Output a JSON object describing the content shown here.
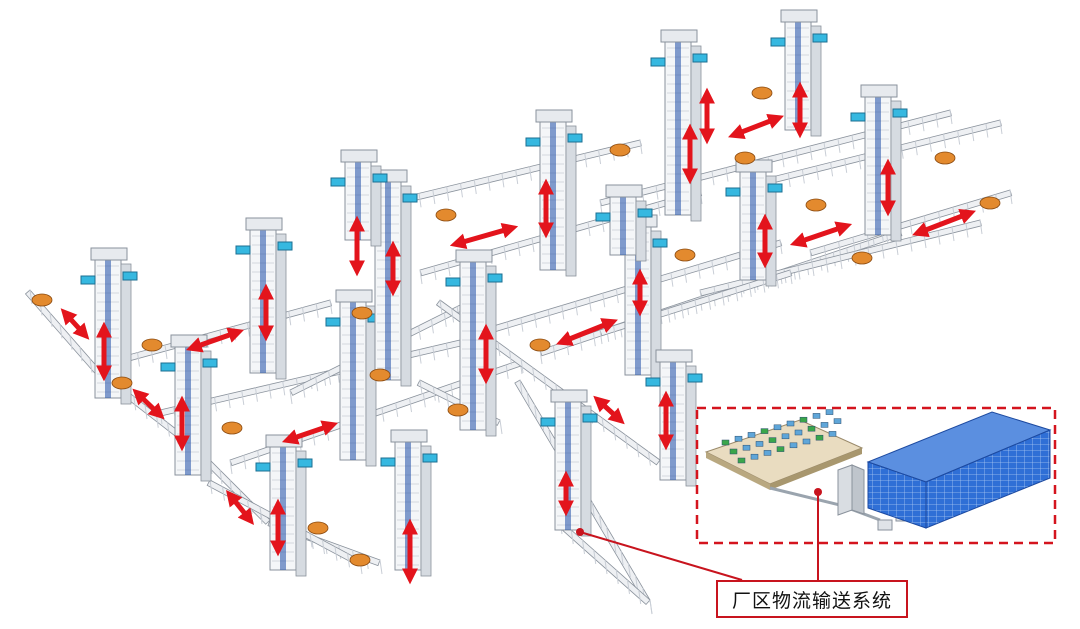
{
  "diagram": {
    "callout_label": "厂区物流输送系统",
    "colors": {
      "arrow": "#e3141c",
      "callout": "#c8141e",
      "frame": "#c9ced6",
      "frame_dark": "#8a929c",
      "blue_accent": "#1f4fa8",
      "screen": "#36b8e0",
      "turntable": "#e38a2e",
      "rack": "#2f6fd6"
    },
    "icons": [
      "double-headed-arrow",
      "vertical-lift-tower",
      "roller-conveyor",
      "orange-turntable",
      "warehouse-rack",
      "factory-floor"
    ]
  }
}
